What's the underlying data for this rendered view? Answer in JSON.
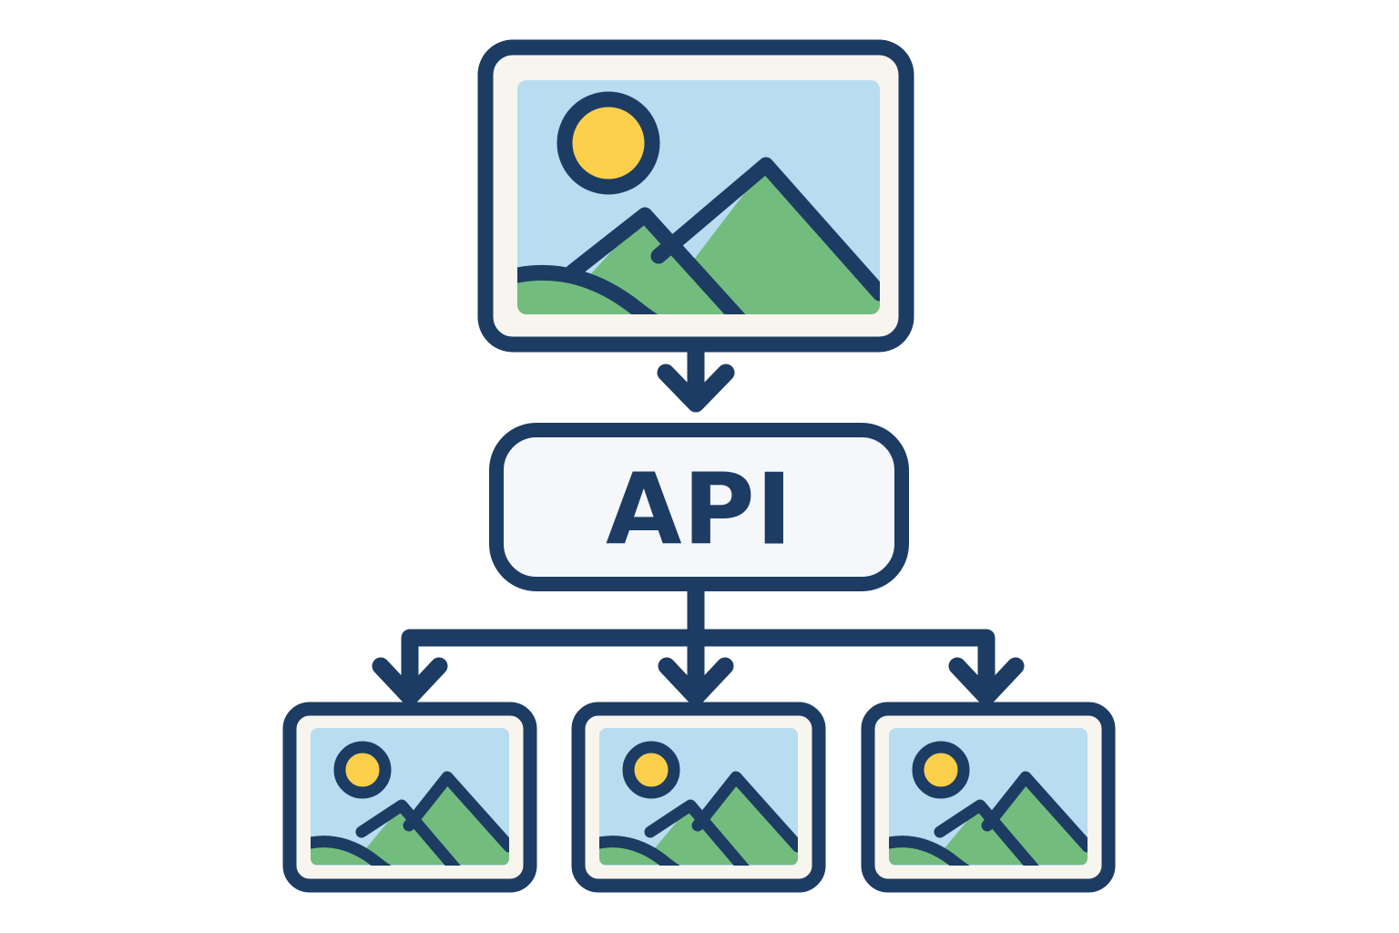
{
  "diagram": {
    "title": "Image processing via API producing three output images",
    "background_color": "#ffffff",
    "palette": {
      "outline_navy": "#1d3c63",
      "frame_cream": "#f8f5ee",
      "sky_blue": "#b8dcf0",
      "mountain_green": "#72bd7e",
      "sun_yellow": "#fcd04a",
      "api_box_fill": "#f5f7fb"
    },
    "source": {
      "name": "source-image",
      "icon": "image-placeholder-icon",
      "parts": {
        "sun": "sun-icon",
        "mountains": "mountain-shape",
        "sky": "sky-background",
        "frame": "picture-frame"
      }
    },
    "processor": {
      "name": "api-node",
      "label": "API"
    },
    "outputs": [
      {
        "name": "output-image-1",
        "icon": "image-placeholder-icon"
      },
      {
        "name": "output-image-2",
        "icon": "image-placeholder-icon"
      },
      {
        "name": "output-image-3",
        "icon": "image-placeholder-icon"
      }
    ],
    "connectors": [
      {
        "name": "arrow-source-to-api",
        "icon": "arrow-down-icon",
        "from": "source-image",
        "to": "api-node"
      },
      {
        "name": "arrow-api-to-output-1",
        "icon": "arrow-down-icon",
        "from": "api-node",
        "to": "output-image-1"
      },
      {
        "name": "arrow-api-to-output-2",
        "icon": "arrow-down-icon",
        "from": "api-node",
        "to": "output-image-2"
      },
      {
        "name": "arrow-api-to-output-3",
        "icon": "arrow-down-icon",
        "from": "api-node",
        "to": "output-image-3"
      }
    ]
  }
}
